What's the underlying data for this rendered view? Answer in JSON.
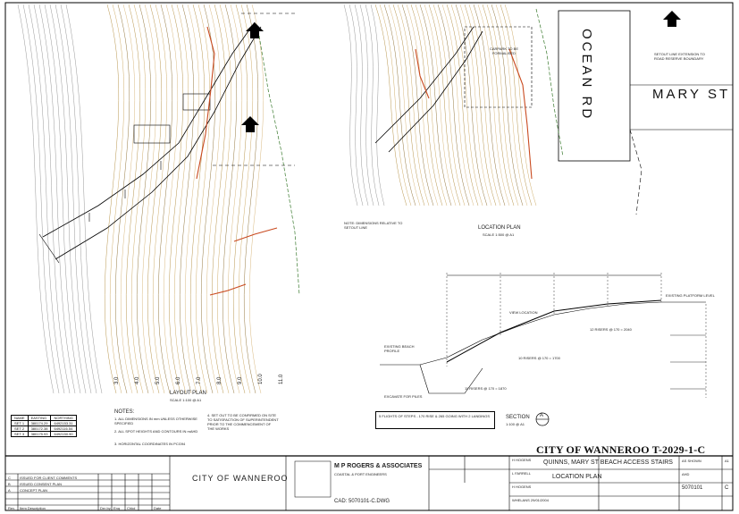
{
  "layout_plan": {
    "caption": "LAYOUT PLAN",
    "scale": "SCALE 1:100 @ A1",
    "contour_labels": [
      "3.0",
      "4.0",
      "5.0",
      "6.0",
      "7.0",
      "8.0",
      "9.0",
      "10.0",
      "11.0"
    ],
    "setout_table": {
      "headers": [
        "NAME",
        "EASTING",
        "NORTHING"
      ],
      "rows": [
        [
          "SET 1",
          "380174.29",
          "6492153.31"
        ],
        [
          "SET 2",
          "380172.38",
          "6492116.54"
        ],
        [
          "SET 3",
          "380175.93",
          "6492150.90"
        ]
      ]
    },
    "notes_title": "NOTES:",
    "notes": [
      "1.  ALL DIMENSIONS IN mm UNLESS OTHERWISE SPECIFIED",
      "2.  ALL SPOT HEIGHTS AND CONTOURS IN mAHD",
      "3.  HORIZONTAL COORDINATES IN PCG94",
      "4.  SET OUT TO BE CONFIRMED ON SITE TO SATISFACTION OF SUPERINTENDENT PRIOR TO THE COMMENCEMENT OF THE WORKS"
    ]
  },
  "location_plan": {
    "caption": "LOCATION PLAN",
    "scale": "SCALE 1:500 @ A1",
    "carpark_label": "CARPARK TO BE FORMALISED",
    "road_name_1": "OCEAN RD",
    "road_name_2": "MARY ST",
    "setout_note": "SETOUT LINE EXTENSION TO ROAD RESERVE BOUNDARY",
    "dim_note": "NOTE: DIMENSIONS RELATIVE TO SETOUT LINE"
  },
  "section": {
    "caption": "SECTION",
    "marker": "A",
    "scale": "1:100 @ A1",
    "flights_note": "5 FLIGHTS OF STEPS - 170 RISE & 265 GOING WITH 2 LANDINGS",
    "labels": [
      "EXISTING PLATFORM LEVEL",
      "EXISTING BEACH PROFILE",
      "EXCAVATE FOR PILES",
      "VIEW LOCATION",
      "11 RISERS @ 170 = 1870",
      "10 RISERS @ 170 = 1700",
      "12 RISERS @ 170 = 2040"
    ]
  },
  "title_block": {
    "council": "CITY OF WANNEROO",
    "drawing_ref": "CITY OF WANNEROO T-2029-1-C",
    "consultant": "M P ROGERS & ASSOCIATES",
    "consultant_sub": "COASTAL & PORT ENGINEERS",
    "cad": "CAD: 5070101-C.DWG",
    "project": "QUINNS, MARY ST BEACH ACCESS STAIRS",
    "drawing_title": "LOCATION PLAN",
    "scale": "AS SHOWN",
    "size": "A1",
    "datum": "AHD",
    "drawing_no": "5070101",
    "rev": "C",
    "project_engineer": "H HOGENS",
    "drawn_by": "L FARRELL",
    "project_director": "H HOGENS",
    "survey": "WHELANS 29/01/2004",
    "revisions": [
      [
        "C",
        "ISSUED FOR CLIENT COMMENTS"
      ],
      [
        "B",
        "ISSUED CONSENT PLAN"
      ],
      [
        "A",
        "CONCEPT PLAN"
      ]
    ],
    "rev_header": [
      "Rev.",
      "Item Description",
      "Drn by",
      "Eng",
      "Chkd",
      "Date"
    ]
  }
}
